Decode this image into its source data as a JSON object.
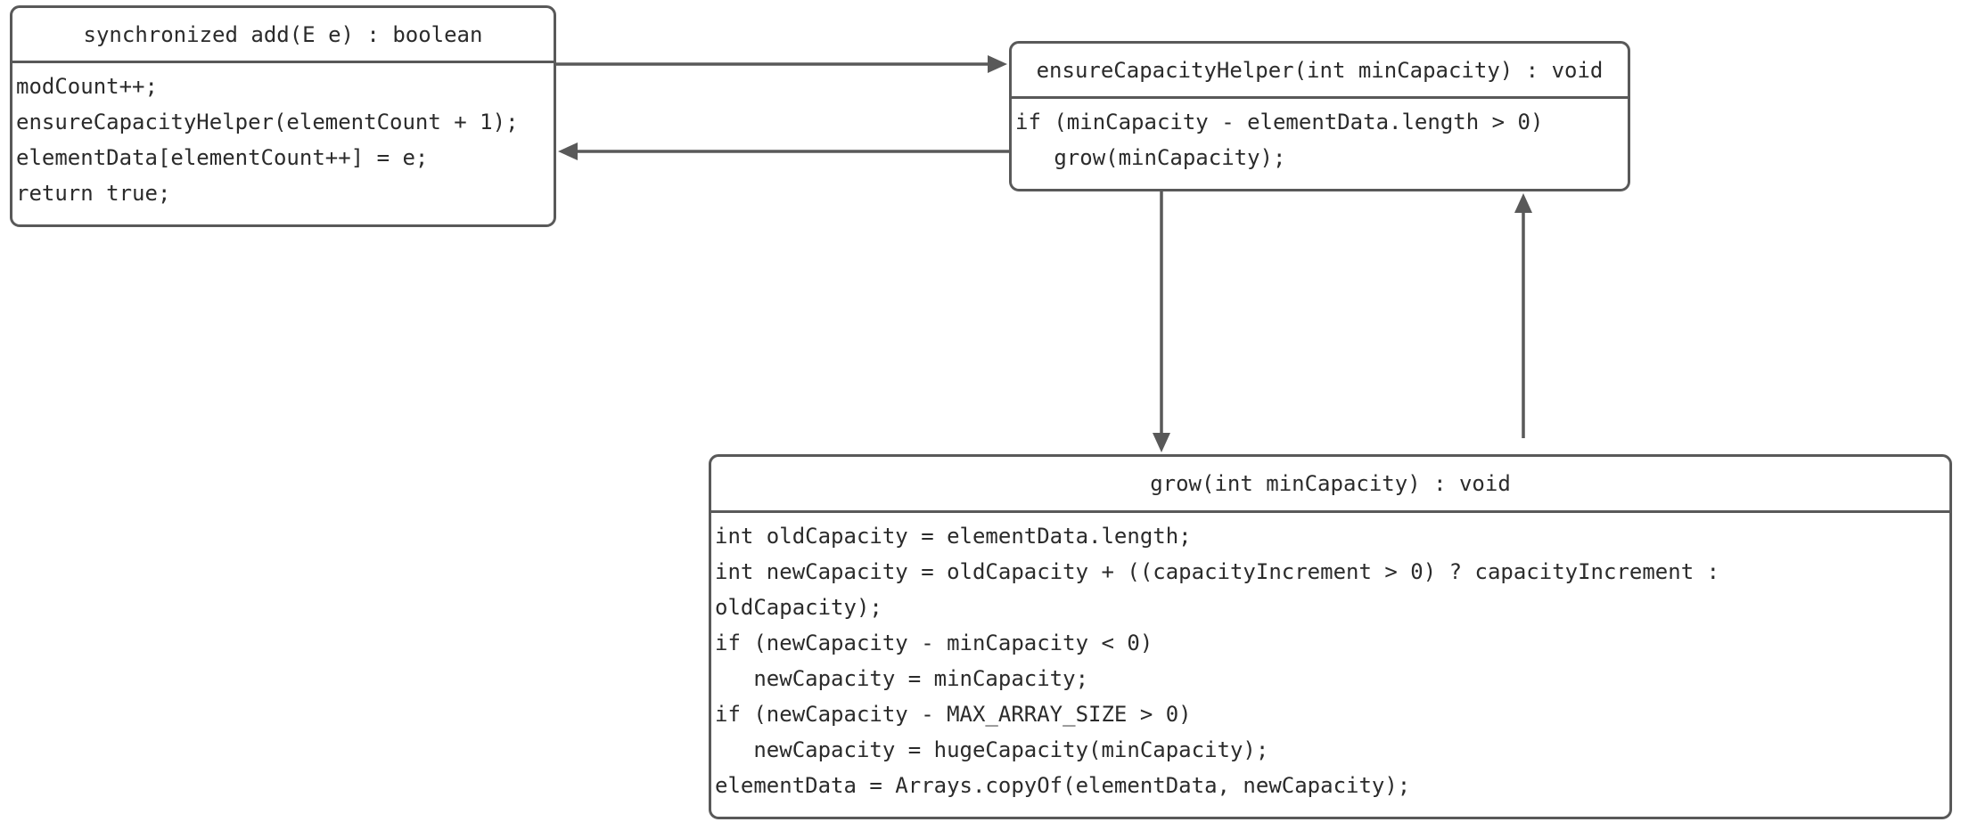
{
  "nodes": {
    "add": {
      "title": "synchronized add(E e) : boolean",
      "lines": [
        "modCount++;",
        "ensureCapacityHelper(elementCount + 1);",
        "elementData[elementCount++] = e;",
        "return true;"
      ]
    },
    "ensure": {
      "title": "ensureCapacityHelper(int minCapacity) : void",
      "lines": [
        "if (minCapacity - elementData.length > 0)",
        "   grow(minCapacity);"
      ]
    },
    "grow": {
      "title": "grow(int minCapacity) : void",
      "lines": [
        "int oldCapacity = elementData.length;",
        "int newCapacity = oldCapacity + ((capacityIncrement > 0) ? capacityIncrement :",
        "oldCapacity);",
        "if (newCapacity - minCapacity < 0)",
        "   newCapacity = minCapacity;",
        "if (newCapacity - MAX_ARRAY_SIZE > 0)",
        "   newCapacity = hugeCapacity(minCapacity);",
        "elementData = Arrays.copyOf(elementData, newCapacity);"
      ]
    }
  },
  "colors": {
    "border": "#595959",
    "text": "#2b2b2b",
    "background": "#ffffff"
  }
}
